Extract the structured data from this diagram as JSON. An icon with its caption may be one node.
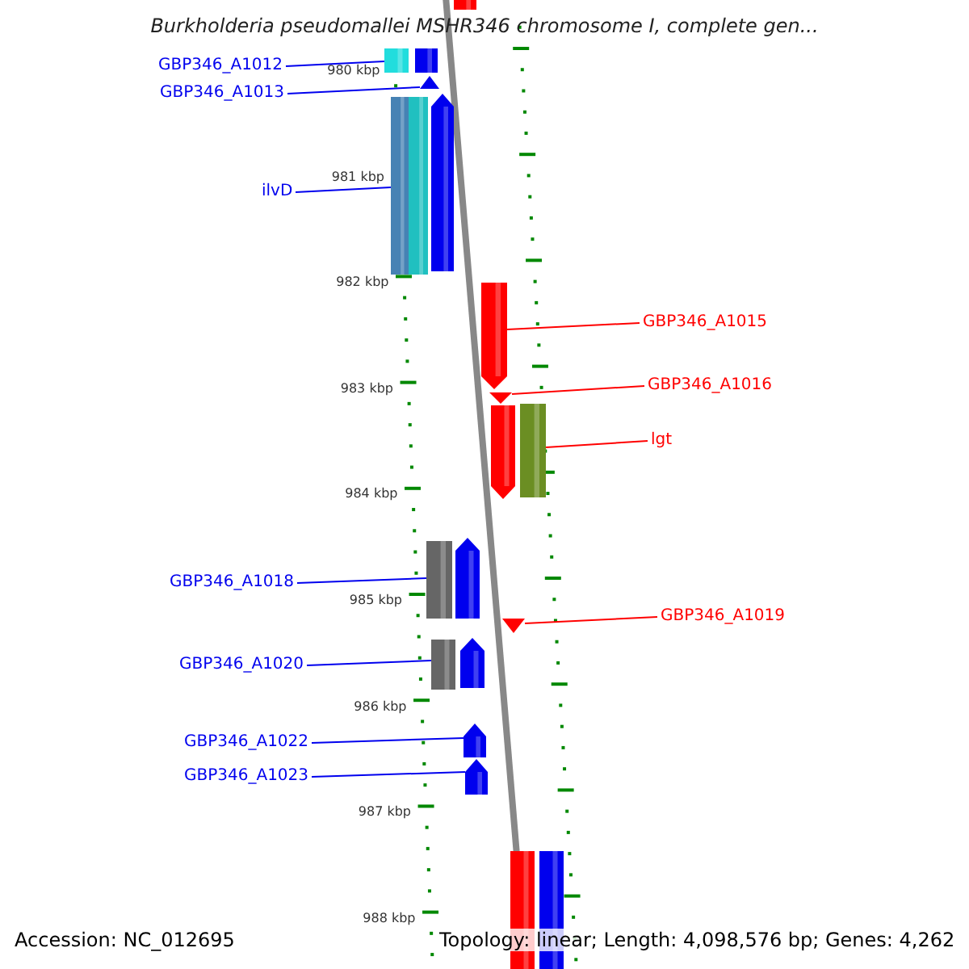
{
  "diagram": {
    "title": "Burkholderia pseudomallei MSHR346 chromosome I, complete gen...",
    "nodes": [
      {
        "text": [
          "GBP346_A1012"
        ]
      },
      {
        "text": [
          "GBP346_A1013"
        ]
      },
      {
        "text": [
          "ilvD"
        ]
      },
      {
        "text": [
          "GBP346_A1015"
        ]
      },
      {
        "text": [
          "GBP346_A1016"
        ]
      },
      {
        "text": [
          "lgt"
        ]
      },
      {
        "text": [
          "GBP346_A1018"
        ]
      },
      {
        "text": [
          "GBP346_A1019"
        ]
      },
      {
        "text": [
          "GBP346_A1020"
        ]
      },
      {
        "text": [
          "GBP346_A1022"
        ]
      },
      {
        "text": [
          "GBP346_A1023"
        ]
      },
      {
        "text": [],
        "shape": "bar"
      },
      {
        "text": [],
        "shape": "bar"
      },
      {
        "text": [],
        "shape": "bar"
      },
      {
        "text": [],
        "shape": "pentagon"
      },
      {
        "text": [],
        "shape": "bar"
      },
      {
        "text": [],
        "shape": "bar"
      },
      {
        "text": [],
        "shape": "pentagon"
      },
      {
        "text": [],
        "shape": "pentagon"
      },
      {
        "text": [],
        "shape": "triangle"
      },
      {
        "text": [],
        "shape": "pentagon"
      },
      {
        "text": [],
        "shape": "bar"
      },
      {
        "text": [],
        "shape": "bar"
      },
      {
        "text": [],
        "shape": "pentagon"
      },
      {
        "text": [],
        "shape": "triangle"
      },
      {
        "text": [],
        "shape": "bar"
      },
      {
        "text": [],
        "shape": "pentagon"
      },
      {
        "text": [],
        "shape": "pentagon"
      },
      {
        "text": [],
        "shape": "pentagon"
      },
      {
        "text": [],
        "shape": "bar"
      },
      {
        "text": [],
        "shape": "bar"
      }
    ],
    "edges": [
      {
        "from": 0,
        "to": 12,
        "arrow": "none"
      },
      {
        "from": 1,
        "to": 14,
        "arrow": "none"
      },
      {
        "from": 2,
        "to": 15,
        "arrow": "none"
      },
      {
        "from": 3,
        "to": 18,
        "arrow": "none",
        "color": "#ff0000"
      },
      {
        "from": 4,
        "to": 19,
        "arrow": "none",
        "color": "#ff0000"
      },
      {
        "from": 5,
        "to": 21,
        "arrow": "none",
        "color": "#ff0000"
      },
      {
        "from": 6,
        "to": 22,
        "arrow": "none"
      },
      {
        "from": 7,
        "to": 24,
        "arrow": "none",
        "color": "#ff0000"
      },
      {
        "from": 8,
        "to": 25,
        "arrow": "none"
      },
      {
        "from": 9,
        "to": 27,
        "arrow": "none"
      },
      {
        "from": 10,
        "to": 28,
        "arrow": "none"
      }
    ],
    "labels": [
      "980 kbp",
      "981 kbp",
      "982 kbp",
      "983 kbp",
      "984 kbp",
      "985 kbp",
      "986 kbp",
      "987 kbp",
      "988 kbp",
      "Accession: NC_012695",
      "Topology: linear; Length: 4,098,576 bp; Genes: 4,262"
    ]
  }
}
